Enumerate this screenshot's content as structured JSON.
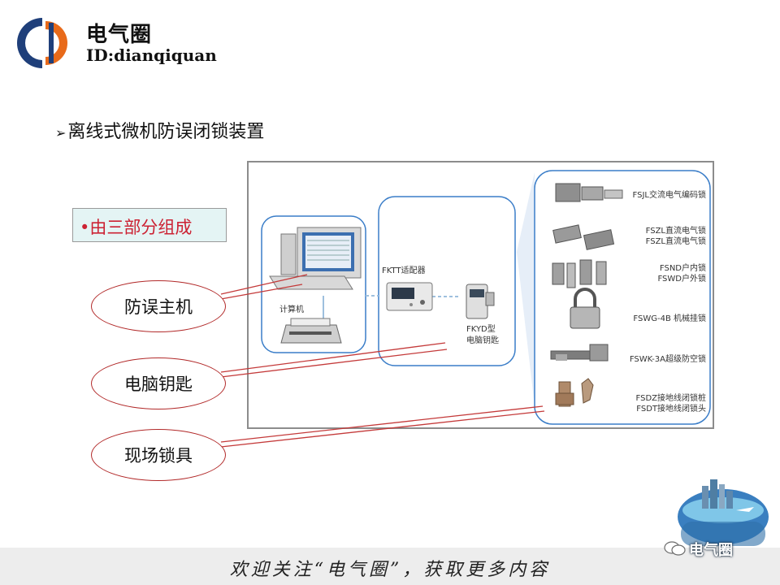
{
  "header": {
    "logo_title": "电气圈",
    "logo_id": "ID:dianqiquan"
  },
  "heading": {
    "bullet": "➢",
    "text": "离线式微机防误闭锁装置"
  },
  "composition_box": {
    "text": "•由三部分组成"
  },
  "diagram": {
    "computer_label": "计算机",
    "adapter_label": "FKTT适配器",
    "key_label_line1": "FKYD型",
    "key_label_line2": "电脑钥匙",
    "locks": [
      {
        "line1": "FSJL交流电气编码锁",
        "line2": ""
      },
      {
        "line1": "FSZL直流电气锁",
        "line2": "FSZL直流电气锁"
      },
      {
        "line1": "FSND户内锁",
        "line2": "FSWD户外锁"
      },
      {
        "line1": "FSWG-4B  机械挂锁",
        "line2": ""
      },
      {
        "line1": "FSWK-3A超级防空锁",
        "line2": ""
      },
      {
        "line1": "FSDZ接地线闭锁桩",
        "line2": "FSDT接地线闭锁头"
      }
    ]
  },
  "callouts": {
    "host": "防误主机",
    "key": "电脑钥匙",
    "locks": "现场锁具"
  },
  "footer": {
    "text": "欢迎关注“电气圈”，获取更多内容",
    "brand": "电气圈"
  },
  "colors": {
    "accent_red": "#cc2233",
    "callout_border": "#b22a2a",
    "group_border": "#3a7dc8"
  }
}
